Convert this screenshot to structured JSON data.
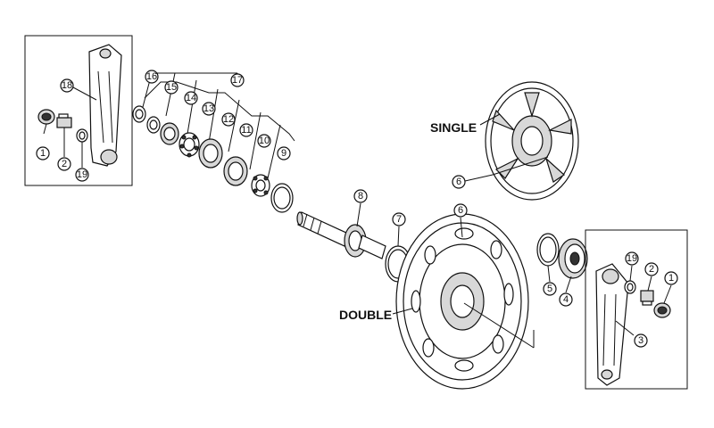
{
  "labels": {
    "single": "SINGLE",
    "double": "DOUBLE"
  },
  "callouts": {
    "left_1": "1",
    "left_2": "2",
    "left_19": "19",
    "left_18": "18",
    "p16": "16",
    "p15": "15",
    "p14": "14",
    "p13": "13",
    "p12": "12",
    "p11": "11",
    "p10": "10",
    "p9": "9",
    "p17": "17",
    "p8": "8",
    "p7": "7",
    "p6_single": "6",
    "p6_double": "6",
    "p5": "5",
    "p4": "4",
    "p3": "3",
    "right_19": "19",
    "right_2": "2",
    "right_1": "1"
  }
}
